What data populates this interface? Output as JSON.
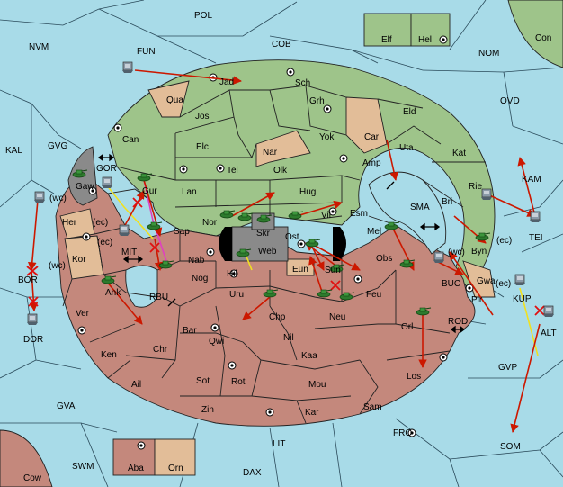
{
  "sea_labels": [
    {
      "id": "pol",
      "text": "POL"
    },
    {
      "id": "nvm",
      "text": "NVM"
    },
    {
      "id": "fun",
      "text": "FUN"
    },
    {
      "id": "cob",
      "text": "COB"
    },
    {
      "id": "nom",
      "text": "NOM"
    },
    {
      "id": "ovd",
      "text": "OVD"
    },
    {
      "id": "kal",
      "text": "KAL"
    },
    {
      "id": "gvg",
      "text": "GVG"
    },
    {
      "id": "gor",
      "text": "GOR"
    },
    {
      "id": "mit",
      "text": "MIT"
    },
    {
      "id": "rbu",
      "text": "RBU"
    },
    {
      "id": "sma",
      "text": "SMA"
    },
    {
      "id": "kam",
      "text": "KAM"
    },
    {
      "id": "buc",
      "text": "BUC"
    },
    {
      "id": "rod",
      "text": "ROD"
    },
    {
      "id": "gvp",
      "text": "GVP"
    },
    {
      "id": "gva",
      "text": "GVA"
    },
    {
      "id": "swm",
      "text": "SWM"
    },
    {
      "id": "lit",
      "text": "LIT"
    },
    {
      "id": "fro",
      "text": "FRO"
    },
    {
      "id": "som",
      "text": "SOM"
    },
    {
      "id": "dax",
      "text": "DAX"
    },
    {
      "id": "bor",
      "text": "BOR"
    },
    {
      "id": "dor",
      "text": "DOR"
    },
    {
      "id": "tei",
      "text": "TEI"
    },
    {
      "id": "kup",
      "text": "KUP"
    },
    {
      "id": "alt",
      "text": "ALT"
    }
  ],
  "land_labels": [
    {
      "id": "elf",
      "text": "Elf"
    },
    {
      "id": "hel",
      "text": "Hel"
    },
    {
      "id": "con",
      "text": "Con"
    },
    {
      "id": "jad",
      "text": "Jad"
    },
    {
      "id": "sch",
      "text": "Sch"
    },
    {
      "id": "qua",
      "text": "Qua"
    },
    {
      "id": "grh",
      "text": "Grh"
    },
    {
      "id": "jos",
      "text": "Jos"
    },
    {
      "id": "eld",
      "text": "Eld"
    },
    {
      "id": "can",
      "text": "Can"
    },
    {
      "id": "car",
      "text": "Car"
    },
    {
      "id": "yok",
      "text": "Yok"
    },
    {
      "id": "nar",
      "text": "Nar"
    },
    {
      "id": "elc",
      "text": "Elc"
    },
    {
      "id": "uta",
      "text": "Uta"
    },
    {
      "id": "amp",
      "text": "Amp"
    },
    {
      "id": "kat",
      "text": "Kat"
    },
    {
      "id": "olk",
      "text": "Olk"
    },
    {
      "id": "tel",
      "text": "Tel"
    },
    {
      "id": "gaw",
      "text": "Gaw"
    },
    {
      "id": "gur",
      "text": "Gur"
    },
    {
      "id": "lan",
      "text": "Lan"
    },
    {
      "id": "hug",
      "text": "Hug"
    },
    {
      "id": "rie",
      "text": "Rie"
    },
    {
      "id": "bri",
      "text": "Bri"
    },
    {
      "id": "nor",
      "text": "Nor"
    },
    {
      "id": "skr",
      "text": "Skr"
    },
    {
      "id": "vil",
      "text": "Vil"
    },
    {
      "id": "esm",
      "text": "Esm"
    },
    {
      "id": "her",
      "text": "Her"
    },
    {
      "id": "sap",
      "text": "Sap"
    },
    {
      "id": "web",
      "text": "Web"
    },
    {
      "id": "ost",
      "text": "Ost"
    },
    {
      "id": "mel",
      "text": "Mel"
    },
    {
      "id": "byn",
      "text": "Byn"
    },
    {
      "id": "kor",
      "text": "Kor"
    },
    {
      "id": "nab",
      "text": "Nab"
    },
    {
      "id": "eun",
      "text": "Eun"
    },
    {
      "id": "obs",
      "text": "Obs"
    },
    {
      "id": "gwa",
      "text": "Gwa"
    },
    {
      "id": "hil",
      "text": "Hil"
    },
    {
      "id": "sun",
      "text": "Sun"
    },
    {
      "id": "ank",
      "text": "Ank"
    },
    {
      "id": "nog",
      "text": "Nog"
    },
    {
      "id": "uru",
      "text": "Uru"
    },
    {
      "id": "feu",
      "text": "Feu"
    },
    {
      "id": "pir",
      "text": "Pir"
    },
    {
      "id": "ver",
      "text": "Ver"
    },
    {
      "id": "chp",
      "text": "Chp"
    },
    {
      "id": "neu",
      "text": "Neu"
    },
    {
      "id": "orl",
      "text": "Orl"
    },
    {
      "id": "bar",
      "text": "Bar"
    },
    {
      "id": "qwi",
      "text": "Qwi"
    },
    {
      "id": "nil",
      "text": "Nil"
    },
    {
      "id": "ken",
      "text": "Ken"
    },
    {
      "id": "chr",
      "text": "Chr"
    },
    {
      "id": "kaa",
      "text": "Kaa"
    },
    {
      "id": "los",
      "text": "Los"
    },
    {
      "id": "ail",
      "text": "Ail"
    },
    {
      "id": "sot",
      "text": "Sot"
    },
    {
      "id": "rot",
      "text": "Rot"
    },
    {
      "id": "mou",
      "text": "Mou"
    },
    {
      "id": "zin",
      "text": "Zin"
    },
    {
      "id": "kar",
      "text": "Kar"
    },
    {
      "id": "sam",
      "text": "Sam"
    },
    {
      "id": "aba",
      "text": "Aba"
    },
    {
      "id": "orn",
      "text": "Orn"
    },
    {
      "id": "cow",
      "text": "Cow"
    }
  ],
  "coast_labels": [
    {
      "id": "wc1",
      "text": "(wc)"
    },
    {
      "id": "ec1",
      "text": "(ec)"
    },
    {
      "id": "ec2",
      "text": "(ec)"
    },
    {
      "id": "wc2",
      "text": "(wc)"
    },
    {
      "id": "wc3",
      "text": "(wc)"
    },
    {
      "id": "ec3",
      "text": "(ec)"
    },
    {
      "id": "ec4",
      "text": "(ec)"
    }
  ],
  "colors": {
    "sea": "#a8dbe8",
    "green_power": "#9ec48a",
    "red_power": "#c4887c",
    "neutral": "#e2bd98",
    "impassable": "#8a8a8a",
    "order_arrow": "#cc1800",
    "support_yellow": "#f0e020",
    "support_magenta": "#e040c0"
  },
  "icons": [
    "army-icon",
    "fleet-icon",
    "supply-center-icon",
    "failed-order-x-icon",
    "double-arrow-icon"
  ]
}
